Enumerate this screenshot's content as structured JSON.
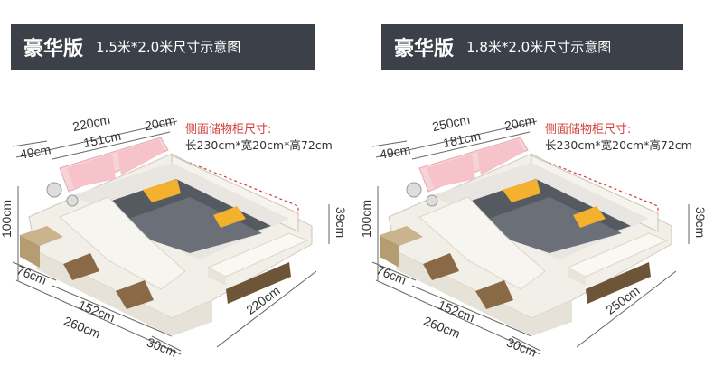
{
  "panels": [
    {
      "title_big": "豪华版",
      "title_small": "1.5米*2.0米尺寸示意图",
      "cabinet_label": "侧面储物柜尺寸:",
      "cabinet_dims": "长230cm*宽20cm*高72cm",
      "dims": {
        "total_width": "220cm",
        "side_cabinet_depth": "20cm",
        "headboard_width": "151cm",
        "nightstand_depth": "49cm",
        "height": "100cm",
        "right_height": "39cm",
        "front_left": "76cm",
        "mattress_length": "152cm",
        "overall_length": "260cm",
        "right_length": "220cm",
        "footboard": "30cm"
      }
    },
    {
      "title_big": "豪华版",
      "title_small": "1.8米*2.0米尺寸示意图",
      "cabinet_label": "侧面储物柜尺寸:",
      "cabinet_dims": "长230cm*宽20cm*高72cm",
      "dims": {
        "total_width": "250cm",
        "side_cabinet_depth": "20cm",
        "headboard_width": "181cm",
        "nightstand_depth": "49cm",
        "height": "100cm",
        "right_height": "39cm",
        "front_left": "76cm",
        "mattress_length": "152cm",
        "overall_length": "260cm",
        "right_length": "250cm",
        "footboard": "30cm"
      }
    }
  ]
}
